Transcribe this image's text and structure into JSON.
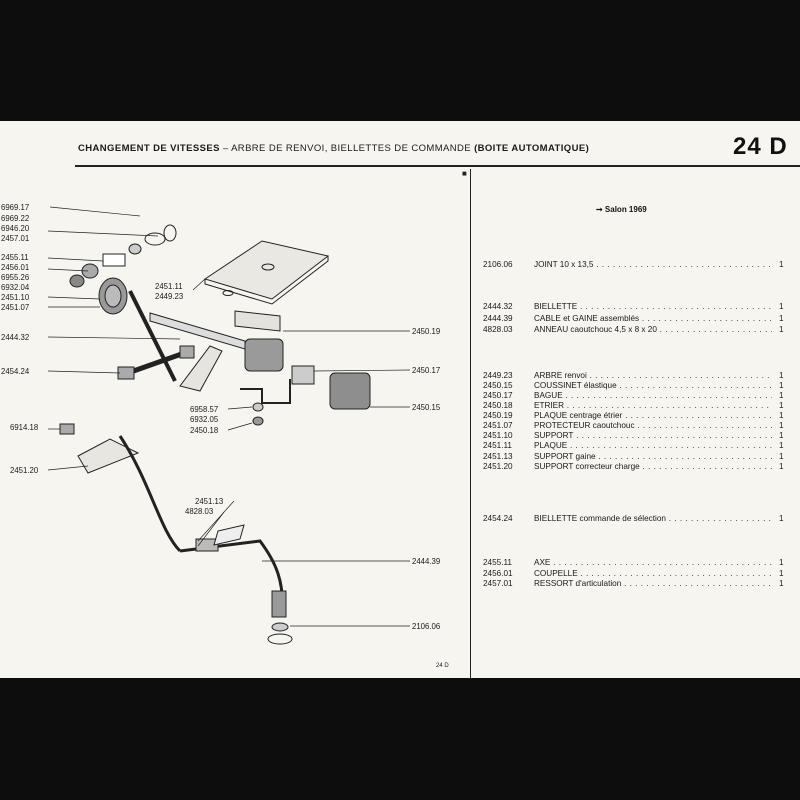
{
  "header": {
    "title_bold": "CHANGEMENT DE VITESSES",
    "title_rest": " – ARBRE DE RENVOI, BIELLETTES DE COMMANDE ",
    "title_paren": "(BOITE AUTOMATIQUE)",
    "page_no": "24 D"
  },
  "salon": "➞ Salon 1969",
  "parts": [
    {
      "ref": "2106.06",
      "name": "JOINT   10 x 13,5",
      "qty": "1"
    },
    {
      "ref": "2444.32",
      "name": "BIELLETTE",
      "qty": "1"
    },
    {
      "ref": "2444.39",
      "name": "CABLE et GAINE assemblés",
      "qty": "1"
    },
    {
      "ref": "4828.03",
      "name": "ANNEAU caoutchouc 4,5 x 8 x 20",
      "qty": "1"
    },
    {
      "ref": "2449.23",
      "name": "ARBRE renvoi",
      "qty": "1"
    },
    {
      "ref": "2450.15",
      "name": "COUSSINET élastique",
      "qty": "1"
    },
    {
      "ref": "2450.17",
      "name": "BAGUE",
      "qty": "1"
    },
    {
      "ref": "2450.18",
      "name": "ETRIER",
      "qty": "1"
    },
    {
      "ref": "2450.19",
      "name": "PLAQUE centrage étrier",
      "qty": "1"
    },
    {
      "ref": "2451.07",
      "name": "PROTECTEUR caoutchouc",
      "qty": "1"
    },
    {
      "ref": "2451.10",
      "name": "SUPPORT",
      "qty": "1"
    },
    {
      "ref": "2451.11",
      "name": "PLAQUE",
      "qty": "1"
    },
    {
      "ref": "2451.13",
      "name": "SUPPORT gaine",
      "qty": "1"
    },
    {
      "ref": "2451.20",
      "name": "SUPPORT correcteur charge",
      "qty": "1"
    },
    {
      "ref": "2454.24",
      "name": "BIELLETTE commande de sélection",
      "qty": "1"
    },
    {
      "ref": "2455.11",
      "name": "AXE",
      "qty": "1"
    },
    {
      "ref": "2456.01",
      "name": "COUPELLE",
      "qty": "1"
    },
    {
      "ref": "2457.01",
      "name": "RESSORT d'articulation",
      "qty": "1"
    }
  ],
  "callouts": [
    {
      "text": "6969.17"
    },
    {
      "text": "6969.22"
    },
    {
      "text": "6946.20"
    },
    {
      "text": "2457.01"
    },
    {
      "text": "2455.11"
    },
    {
      "text": "2456.01"
    },
    {
      "text": "6955.26"
    },
    {
      "text": "6932.04"
    },
    {
      "text": "2451.10"
    },
    {
      "text": "2451.07"
    },
    {
      "text": "2451.11"
    },
    {
      "text": "2449.23"
    },
    {
      "text": "2444.32"
    },
    {
      "text": "2450.19"
    },
    {
      "text": "2454.24"
    },
    {
      "text": "2450.17"
    },
    {
      "text": "6958.57"
    },
    {
      "text": "6932.05"
    },
    {
      "text": "2450.18"
    },
    {
      "text": "2450.15"
    },
    {
      "text": "6914.18"
    },
    {
      "text": "2451.20"
    },
    {
      "text": "2451.13"
    },
    {
      "text": "4828.03"
    },
    {
      "text": "2444.39"
    },
    {
      "text": "2106.06"
    }
  ],
  "footer": "24 D"
}
